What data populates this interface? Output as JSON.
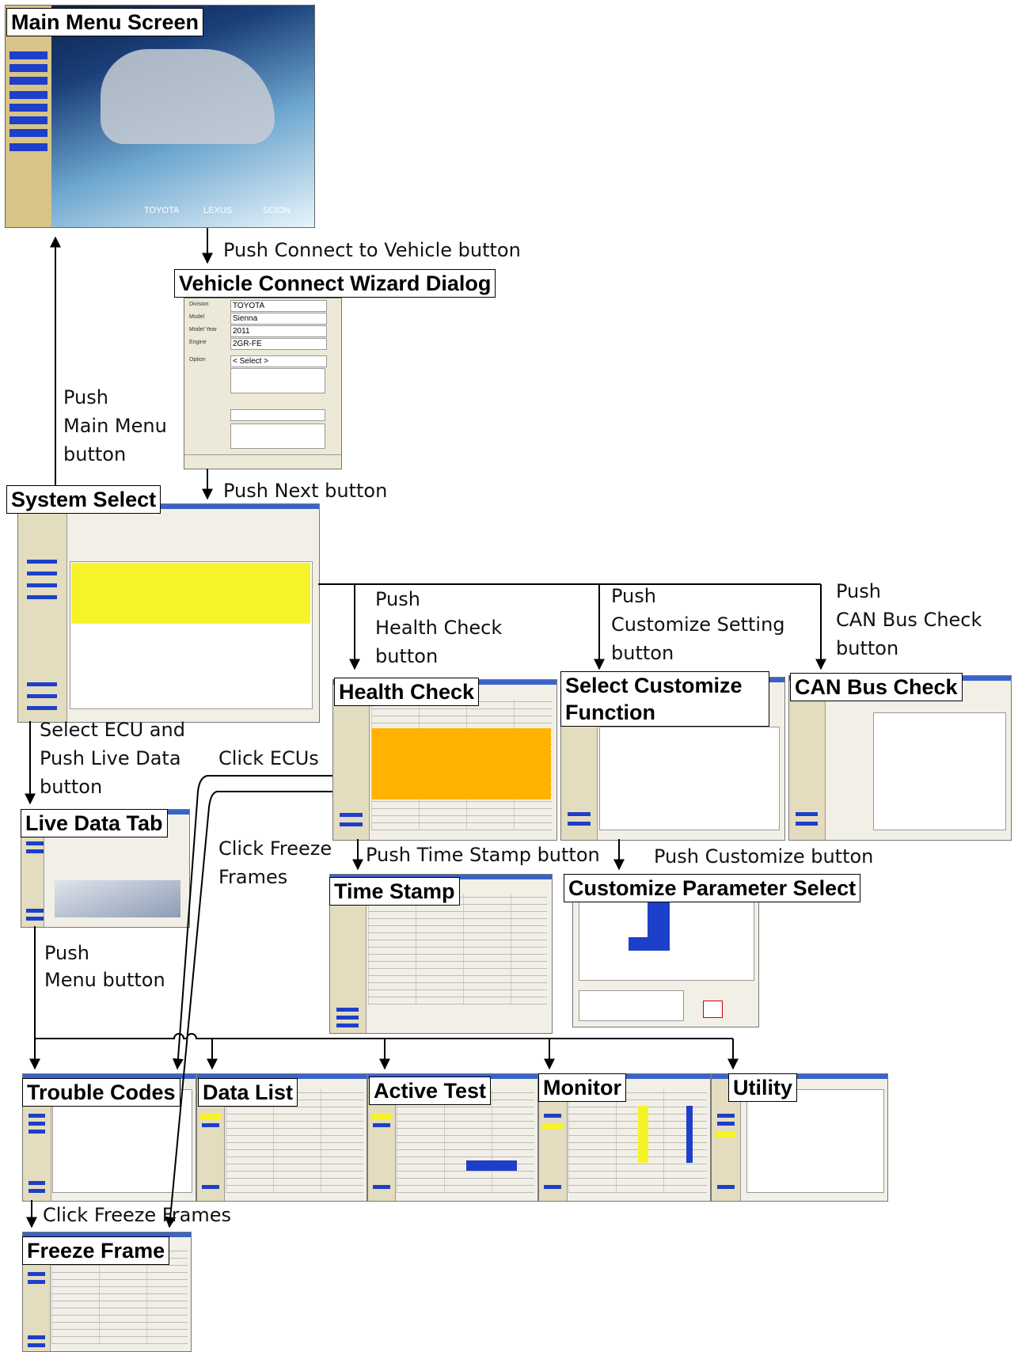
{
  "titles": {
    "main_menu": "Main Menu Screen",
    "vehicle_connect": "Vehicle Connect Wizard Dialog",
    "system_select": "System Select",
    "health_check": "Health Check",
    "select_customize": "Select Customize Function",
    "can_bus": "CAN Bus Check",
    "live_data": "Live Data Tab",
    "time_stamp": "Time Stamp",
    "customize_param": "Customize Parameter Select",
    "trouble_codes": "Trouble Codes",
    "data_list": "Data List",
    "active_test": "Active Test",
    "monitor": "Monitor",
    "utility": "Utility",
    "freeze_frame": "Freeze Frame"
  },
  "labels": {
    "push_connect": "Push Connect to Vehicle button",
    "push_next": "Push Next button",
    "push_main_menu_1": "Push",
    "push_main_menu_2": "Main Menu",
    "push_main_menu_3": "button",
    "push_health_1": "Push",
    "push_health_2": "Health Check",
    "push_health_3": "button",
    "push_customize_1": "Push",
    "push_customize_2": "Customize Setting",
    "push_customize_3": "button",
    "push_can_1": "Push",
    "push_can_2": "CAN Bus Check",
    "push_can_3": "button",
    "select_ecu_1": "Select ECU and",
    "select_ecu_2": "Push Live Data",
    "select_ecu_3": "button",
    "click_ecus": "Click ECUs",
    "click_freeze_1": "Click Freeze",
    "click_freeze_2": "Frames",
    "push_time_stamp": "Push Time Stamp button",
    "push_customize_button": "Push Customize button",
    "push_menu_1": "Push",
    "push_menu_2": "Menu button",
    "click_freeze_frames": "Click Freeze Frames"
  },
  "wizard": {
    "fields": [
      "TOYOTA",
      "Sienna",
      "2011",
      "2GR-FE",
      "< Select >"
    ],
    "field_labels": [
      "Division",
      "Model",
      "Model Year",
      "Engine",
      "Option"
    ]
  },
  "main_screen": {
    "brands": [
      "TOYOTA",
      "LEXUS",
      "SCION"
    ]
  },
  "colors": {
    "highlight_yellow": "#f6f32a",
    "highlight_orange": "#ffb300",
    "sidebar_button_blue": "#1d3fc9",
    "line": "#000000"
  }
}
